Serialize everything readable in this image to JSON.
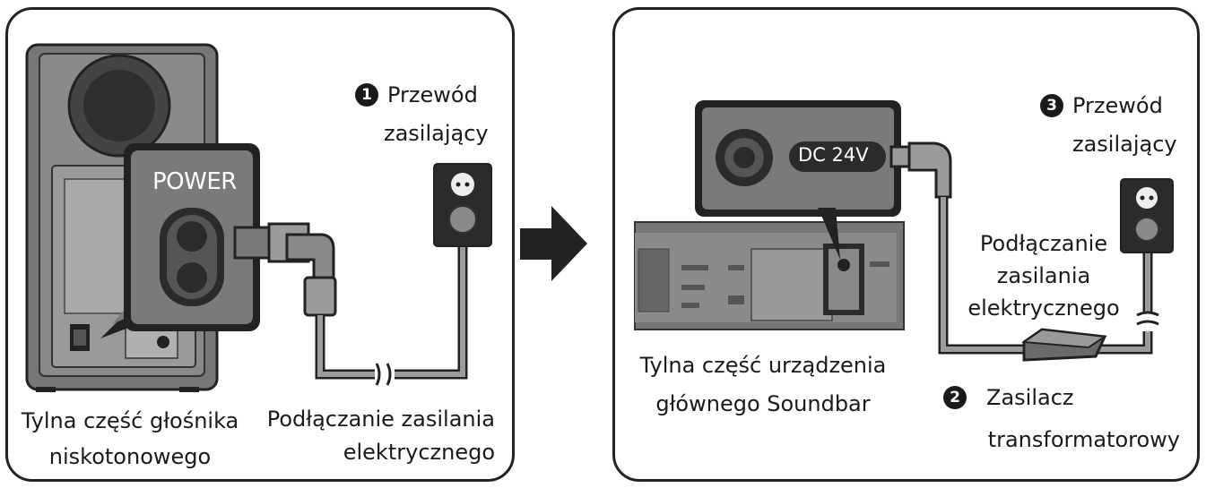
{
  "left_panel": {
    "power_label": "POWER",
    "cord_step_number": "1",
    "cord_label_line1": "Przewód",
    "cord_label_line2": "zasilający",
    "subwoofer_label_line1": "Tylna część głośnika",
    "subwoofer_label_line2": "niskotonowego",
    "outlet_label_line1": "Podłączanie zasilania",
    "outlet_label_line2": "elektrycznego"
  },
  "right_panel": {
    "dc_label": "DC 24V",
    "cord_step_number": "3",
    "cord_label_line1": "Przewód",
    "cord_label_line2": "zasilający",
    "outlet_label_line1": "Podłączanie",
    "outlet_label_line2": "zasilania",
    "outlet_label_line3": "elektrycznego",
    "soundbar_label_line1": "Tylna część urządzenia",
    "soundbar_label_line2": "głównego Soundbar",
    "adapter_step_number": "2",
    "adapter_label_line1": "Zasilacz",
    "adapter_label_line2": "transformatorowy"
  },
  "colors": {
    "outline": "#222222",
    "device_gray": "#7a7a7a",
    "cable_gray": "#9b9b9b",
    "dark_fill": "#2b2b2b"
  }
}
